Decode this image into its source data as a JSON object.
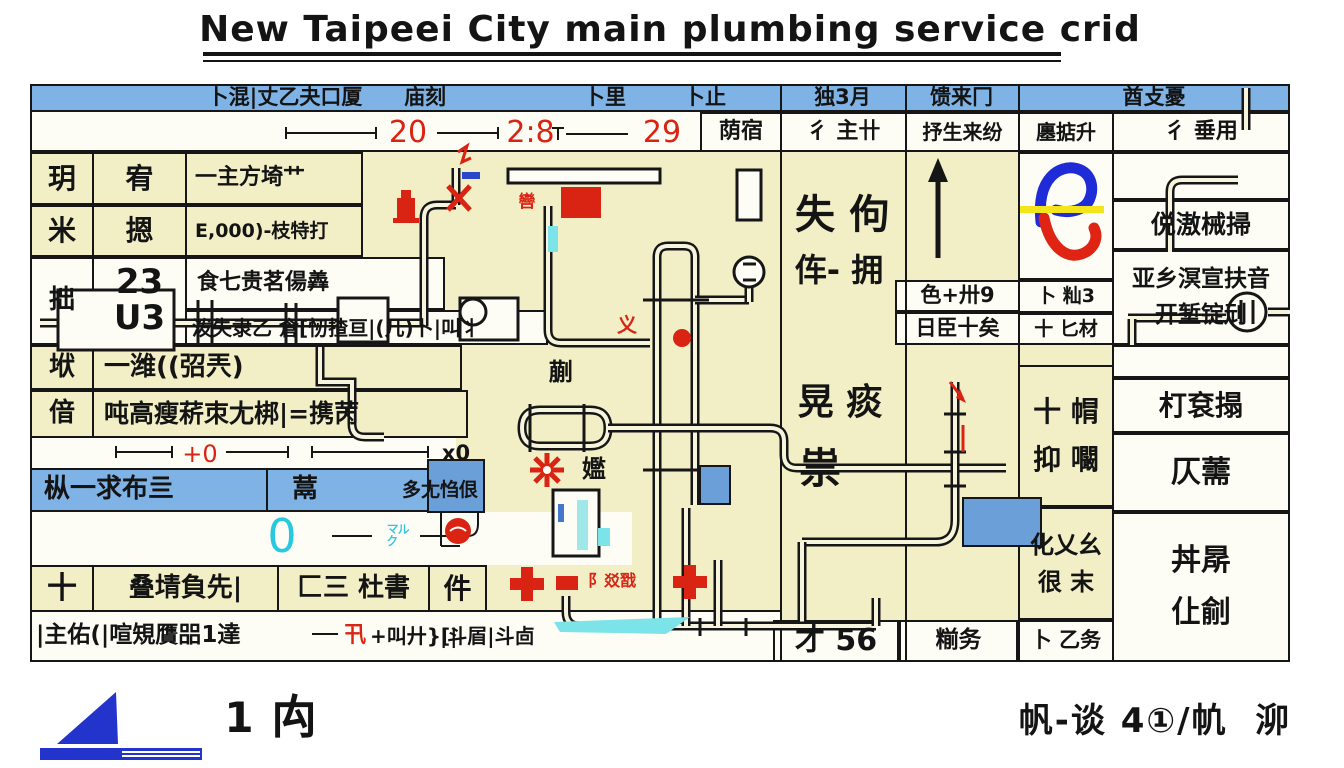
{
  "title": "New Taipeei City main plumbing service crid",
  "colors": {
    "band_blue": "#7fb3e6",
    "paper_yellow": "#f2efc6",
    "accent_red": "#d92313",
    "accent_cyan": "#3ecde0",
    "fill_blue": "#6b9fd8",
    "logo_blue": "#2234cc",
    "logo_yellow": "#f4e41c"
  },
  "header": {
    "s1": "卜混|丈乙夬口厦",
    "s2": "庙刻",
    "s3": "卜里",
    "s4": "卜止",
    "s5": "独3月",
    "s6": "馈来冂",
    "s7": "酋攴憂"
  },
  "subheader": {
    "dim_a": "20",
    "dim_b": "2:8",
    "dim_c": "29",
    "c1": "荫宿",
    "c2": "彳 主卄",
    "c3": "抒生来纷",
    "c4": "廛掂升",
    "c5": "彳 垂用"
  },
  "left_table": {
    "r1a": "玥",
    "r1b": "宥",
    "r1c": "一主方埼艹",
    "r2a": "米",
    "r2b": "摁",
    "r2c": "E,000)-枝特打",
    "r3a": "拙",
    "r3b1": "23",
    "r3b2": "U3",
    "r3c": "食七贵茗偒羴",
    "r4": "泼失隶乙 倉[㣼揸亘|(几)卜|叫丬",
    "r5a": "垘",
    "r5b": "一潍((弨兲)",
    "r6a": "偣",
    "r6b": "吨高瘦菥朿尢梆|=携苪",
    "dim2_red": "+0",
    "dim2_black": "x0",
    "legend1": "枞一求布亖",
    "legend2": "蒚",
    "legend3": "多尢㤘佷",
    "zero": "0",
    "squiggle": "㍆",
    "y1": "十",
    "y2": "叠埥負先|",
    "y3": "匚三 杜書",
    "y4": "件",
    "w1": "|主佑(|喧䂓贋㗊1達",
    "w_red": "卂",
    "w2": "+叫廾}[|",
    "w3": "|斗㞒|斗㔽"
  },
  "diagram": {
    "l1": "失 佝",
    "l2": "伡- 拥",
    "l3": "晃 痰",
    "l4": "祟",
    "l5": "蒯",
    "l6": "㜮",
    "red_mark": "㘘",
    "red_label": "阝㸚㦻",
    "flame": "义"
  },
  "mid_cells": {
    "c1": "色+卅9",
    "c2": "日臣十矣",
    "c3": "卜 籼3",
    "c4": "十 匕材"
  },
  "col_d": {
    "y1a": "十 㡌",
    "y1b": "抑 㘚",
    "y2a": "化乂幺",
    "y2b": "很 末"
  },
  "col_e": {
    "r2": "侻滶械掃",
    "r3a": "亚乡溟宣扶音",
    "r3b": "开堑锭刓",
    "r4": "朾袞搨",
    "r5": "仄薷",
    "r6a": "丼㫹",
    "r6b": "仩㓱"
  },
  "bottom_cells": {
    "b1": "才 56",
    "b2": "糋务",
    "b3": "卜 乙务"
  },
  "footer": {
    "num": "1",
    "char": "禸",
    "right": "帆-谈 4①/㠶  泖"
  }
}
